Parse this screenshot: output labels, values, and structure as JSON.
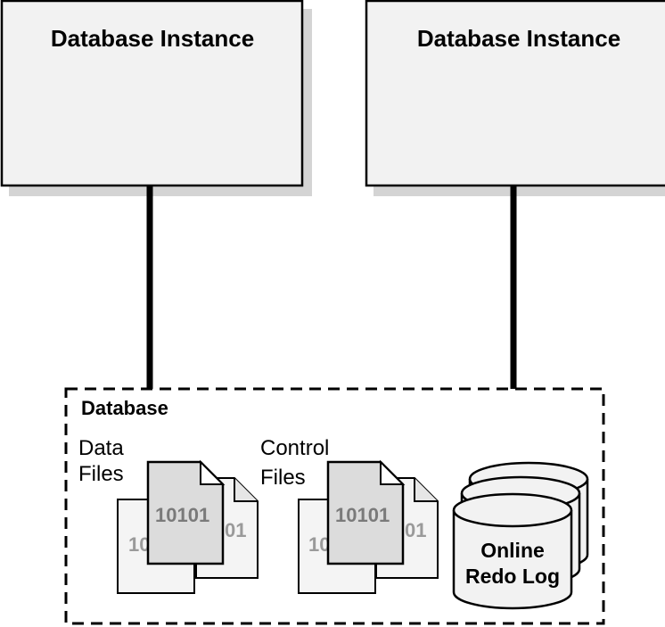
{
  "instances": [
    {
      "title": "Database Instance"
    },
    {
      "title": "Database Instance"
    }
  ],
  "database": {
    "label": "Database",
    "data_files": {
      "label_line1": "Data",
      "label_line2": "Files",
      "front_text": "10101",
      "back_text": "01",
      "rear_text": "10"
    },
    "control_files": {
      "label_line1": "Control",
      "label_line2": "Files",
      "front_text": "10101",
      "back_text": "01",
      "rear_text": "10"
    },
    "redo_log": {
      "label_line1": "Online",
      "label_line2": "Redo Log"
    }
  },
  "colors": {
    "box_fill": "#f2f2f2",
    "shadow": "#d4d4d4",
    "doc_front": "#dcdcdc",
    "doc_back": "#f4f4f4",
    "stroke": "#000000"
  }
}
